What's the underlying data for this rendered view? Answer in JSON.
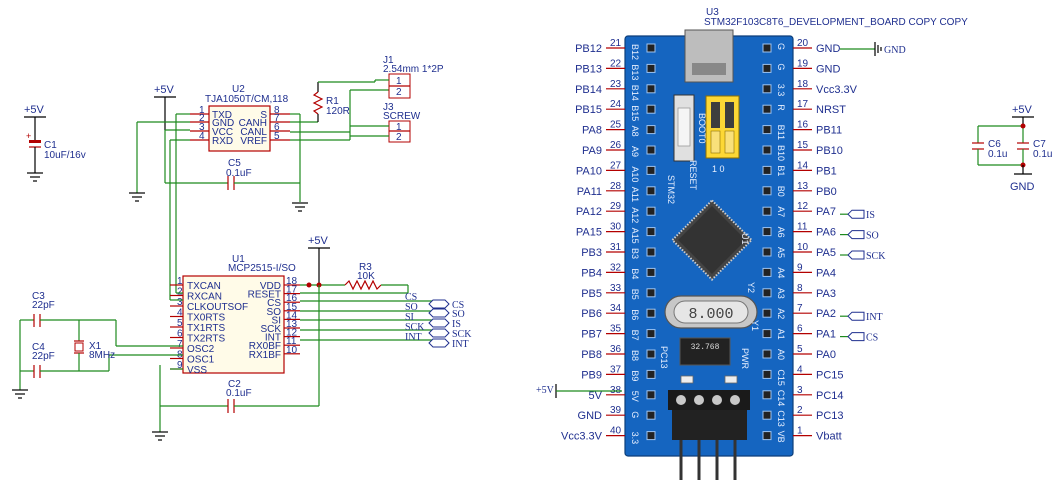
{
  "power": {
    "vcc5_left": "+5V",
    "vcc5_can": "+5V",
    "vcc5_mcp": "+5V",
    "vcc5_right": "+5V",
    "gnd_right": "GND",
    "gnd_net": "GND",
    "vcc5_board": "+5V"
  },
  "c1": {
    "ref": "C1",
    "value": "10uF/16v"
  },
  "u2": {
    "ref": "U2",
    "value": "TJA1050T/CM,118",
    "left_pins": [
      {
        "num": "1",
        "name": "TXD"
      },
      {
        "num": "2",
        "name": "GND"
      },
      {
        "num": "3",
        "name": "VCC"
      },
      {
        "num": "4",
        "name": "RXD"
      }
    ],
    "right_pins": [
      {
        "num": "8",
        "name": "S"
      },
      {
        "num": "7",
        "name": "CANH"
      },
      {
        "num": "6",
        "name": "CANL"
      },
      {
        "num": "5",
        "name": "VREF"
      }
    ]
  },
  "r1": {
    "ref": "R1",
    "value": "120R"
  },
  "j1": {
    "ref": "J1",
    "value": "2.54mm 1*2P",
    "pins": [
      "1",
      "2"
    ]
  },
  "j3": {
    "ref": "J3",
    "value": "SCREW",
    "pins": [
      "1",
      "2"
    ]
  },
  "c5": {
    "ref": "C5",
    "value": "0.1uF"
  },
  "u1": {
    "ref": "U1",
    "value": "MCP2515-I/SO",
    "left_pins": [
      {
        "num": "1",
        "name": "TXCAN"
      },
      {
        "num": "2",
        "name": "RXCAN"
      },
      {
        "num": "3",
        "name": "CLKOUTSOF"
      },
      {
        "num": "4",
        "name": "TX0RTS"
      },
      {
        "num": "5",
        "name": "TX1RTS"
      },
      {
        "num": "6",
        "name": "TX2RTS"
      },
      {
        "num": "7",
        "name": "OSC2"
      },
      {
        "num": "8",
        "name": "OSC1"
      },
      {
        "num": "9",
        "name": "VSS"
      }
    ],
    "right_pins": [
      {
        "num": "18",
        "name": "VDD"
      },
      {
        "num": "17",
        "name": "RESET"
      },
      {
        "num": "16",
        "name": "CS"
      },
      {
        "num": "15",
        "name": "SO"
      },
      {
        "num": "14",
        "name": "SI"
      },
      {
        "num": "13",
        "name": "SCK"
      },
      {
        "num": "12",
        "name": "INT"
      },
      {
        "num": "11",
        "name": "RX0BF"
      },
      {
        "num": "10",
        "name": "RX1BF"
      }
    ]
  },
  "r3": {
    "ref": "R3",
    "value": "10K"
  },
  "c3": {
    "ref": "C3",
    "value": "22pF"
  },
  "c4": {
    "ref": "C4",
    "value": "22pF"
  },
  "x1": {
    "ref": "X1",
    "value": "8MHz"
  },
  "c2": {
    "ref": "C2",
    "value": "0.1uF"
  },
  "spi_nets_left": [
    "CS",
    "SO",
    "SI",
    "SCK",
    "INT"
  ],
  "spi_ports_left": [
    "CS",
    "SO",
    "IS",
    "SCK",
    "INT"
  ],
  "c6": {
    "ref": "C6",
    "value": "0.1u"
  },
  "c7": {
    "ref": "C7",
    "value": "0.1u"
  },
  "u3": {
    "ref": "U3",
    "value": "STM32F103C8T6_DEVELOPMENT_BOARD COPY COPY",
    "left_pins": [
      {
        "num": "21",
        "name": "PB12"
      },
      {
        "num": "22",
        "name": "PB13"
      },
      {
        "num": "23",
        "name": "PB14"
      },
      {
        "num": "24",
        "name": "PB15"
      },
      {
        "num": "25",
        "name": "PA8"
      },
      {
        "num": "26",
        "name": "PA9"
      },
      {
        "num": "27",
        "name": "PA10"
      },
      {
        "num": "28",
        "name": "PA11"
      },
      {
        "num": "29",
        "name": "PA12"
      },
      {
        "num": "30",
        "name": "PA15"
      },
      {
        "num": "31",
        "name": "PB3"
      },
      {
        "num": "32",
        "name": "PB4"
      },
      {
        "num": "33",
        "name": "PB5"
      },
      {
        "num": "34",
        "name": "PB6"
      },
      {
        "num": "35",
        "name": "PB7"
      },
      {
        "num": "36",
        "name": "PB8"
      },
      {
        "num": "37",
        "name": "PB9"
      },
      {
        "num": "38",
        "name": "5V"
      },
      {
        "num": "39",
        "name": "GND"
      },
      {
        "num": "40",
        "name": "Vcc3.3V"
      }
    ],
    "right_pins": [
      {
        "num": "20",
        "name": "GND"
      },
      {
        "num": "19",
        "name": "GND"
      },
      {
        "num": "18",
        "name": "Vcc3.3V"
      },
      {
        "num": "17",
        "name": "NRST"
      },
      {
        "num": "16",
        "name": "PB11"
      },
      {
        "num": "15",
        "name": "PB10"
      },
      {
        "num": "14",
        "name": "PB1"
      },
      {
        "num": "13",
        "name": "PB0"
      },
      {
        "num": "12",
        "name": "PA7"
      },
      {
        "num": "11",
        "name": "PA6"
      },
      {
        "num": "10",
        "name": "PA5"
      },
      {
        "num": "9",
        "name": "PA4"
      },
      {
        "num": "8",
        "name": "PA3"
      },
      {
        "num": "7",
        "name": "PA2"
      },
      {
        "num": "6",
        "name": "PA1"
      },
      {
        "num": "5",
        "name": "PA0"
      },
      {
        "num": "4",
        "name": "PC15"
      },
      {
        "num": "3",
        "name": "PC14"
      },
      {
        "num": "2",
        "name": "PC13"
      },
      {
        "num": "1",
        "name": "Vbatt"
      }
    ],
    "silk_left": [
      "B12",
      "B13",
      "B14",
      "B15",
      "A8",
      "A9",
      "A10",
      "A11",
      "A12",
      "A15",
      "B3",
      "B4",
      "B5",
      "B6",
      "B7",
      "B8",
      "B9",
      "5V",
      "G",
      "3.3"
    ],
    "silk_right": [
      "G",
      "G",
      "3.3",
      "R",
      "B11",
      "B10",
      "B1",
      "B0",
      "A7",
      "A6",
      "A5",
      "A4",
      "A3",
      "A2",
      "A1",
      "A0",
      "C15",
      "C14",
      "C13",
      "VB"
    ],
    "silk_reset": "RESET",
    "silk_boot": "BOOT0",
    "silk_brand": "STM32",
    "crystal_main": "8.000",
    "crystal_rtc": "32.768",
    "silk_pc13": "PC13",
    "silk_pwr": "PWR",
    "silk_y1": "Y1",
    "silk_y2": "Y2",
    "silk_u1": "U1",
    "silk_jp": "1  0"
  },
  "u3_ports": {
    "pa7": "IS",
    "pa6": "SO",
    "pa5": "SCK",
    "pa2": "INT",
    "pa1": "CS"
  }
}
